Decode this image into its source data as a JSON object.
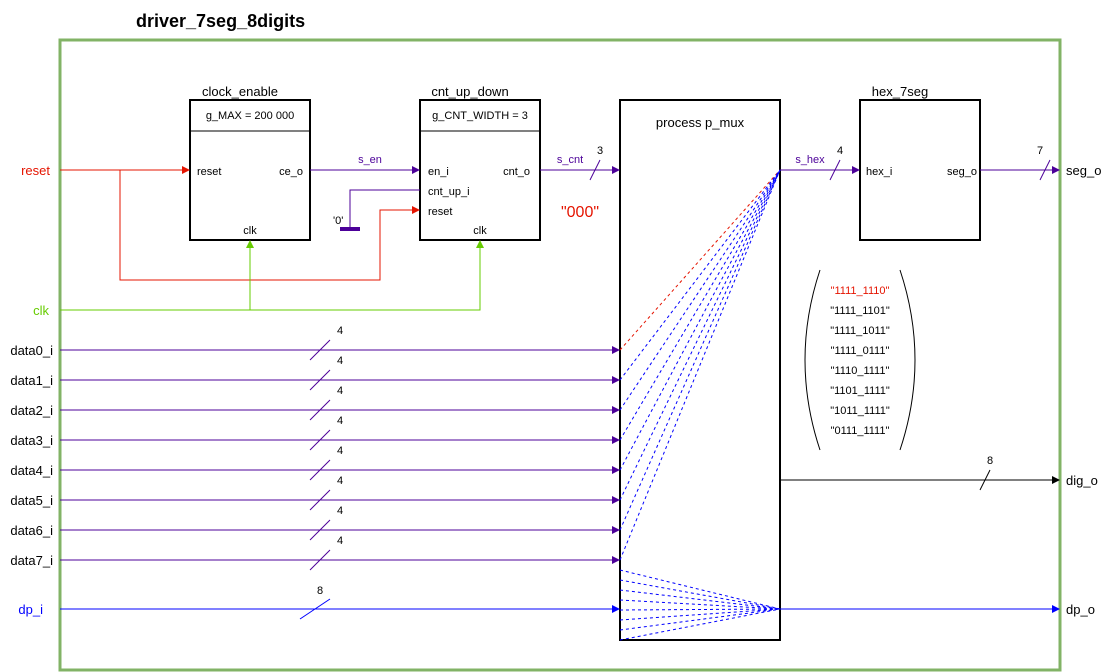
{
  "title": "driver_7seg_8digits",
  "inputs": {
    "reset": "reset",
    "clk": "clk",
    "data": [
      "data0_i",
      "data1_i",
      "data2_i",
      "data3_i",
      "data4_i",
      "data5_i",
      "data6_i",
      "data7_i"
    ],
    "dp": "dp_i"
  },
  "outputs": {
    "seg": "seg_o",
    "dig": "dig_o",
    "dp": "dp_o"
  },
  "bus_widths": {
    "data": "4",
    "dp_in": "8",
    "cnt": "3",
    "hex": "4",
    "seg": "7",
    "dig": "8"
  },
  "blocks": {
    "clock_enable": {
      "name": "clock_enable",
      "generic": "g_MAX = 200 000",
      "ports": {
        "reset": "reset",
        "ce_o": "ce_o",
        "clk": "clk"
      }
    },
    "cnt_up_down": {
      "name": "cnt_up_down",
      "generic": "g_CNT_WIDTH = 3",
      "ports": {
        "en_i": "en_i",
        "cnt_o": "cnt_o",
        "cnt_up_i": "cnt_up_i",
        "reset": "reset",
        "clk": "clk"
      }
    },
    "process": {
      "name": "process p_mux"
    },
    "hex_7seg": {
      "name": "hex_7seg",
      "ports": {
        "hex_i": "hex_i",
        "seg_o": "seg_o"
      }
    }
  },
  "signals": {
    "s_en": "s_en",
    "s_cnt": "s_cnt",
    "s_hex": "s_hex",
    "const_zero": "'0'",
    "cnt_value": "\"000\""
  },
  "dig_codes": [
    "\"1111_1110\"",
    "\"1111_1101\"",
    "\"1111_1011\"",
    "\"1111_0111\"",
    "\"1110_1111\"",
    "\"1101_1111\"",
    "\"1011_1111\"",
    "\"0111_1111\""
  ],
  "colors": {
    "border": "#82b366",
    "reset": "#e51400",
    "clk": "#66cc00",
    "bus": "#4c0099",
    "dp": "#0000ff",
    "mux": "#0000ff",
    "active": "#e51400",
    "black": "#000000"
  }
}
